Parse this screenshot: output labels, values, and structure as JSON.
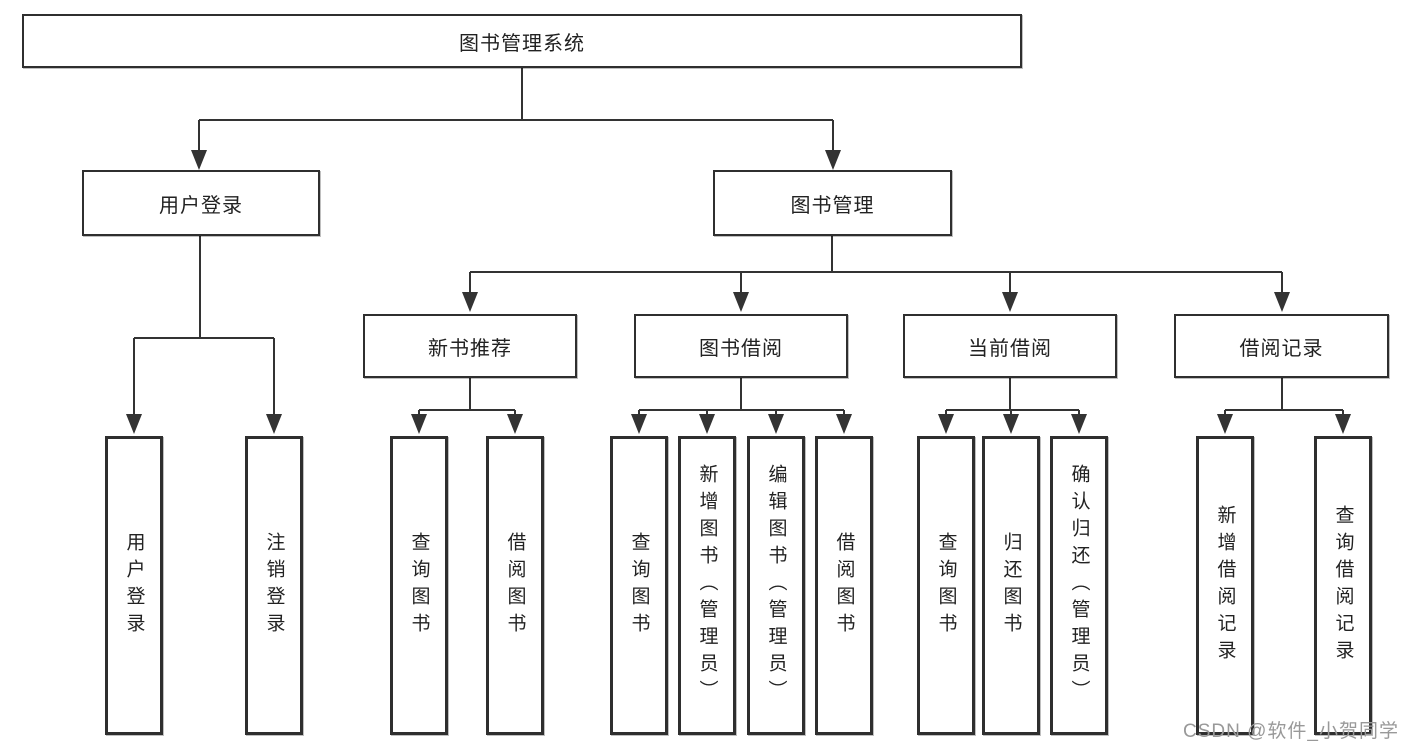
{
  "diagram": {
    "root": {
      "label": "图书管理系统",
      "children": [
        {
          "label": "用户登录",
          "children": [
            {
              "label": "用户登录"
            },
            {
              "label": "注销登录"
            }
          ]
        },
        {
          "label": "图书管理",
          "children": [
            {
              "label": "新书推荐",
              "children": [
                {
                  "label": "查询图书"
                },
                {
                  "label": "借阅图书"
                }
              ]
            },
            {
              "label": "图书借阅",
              "children": [
                {
                  "label": "查询图书"
                },
                {
                  "label": "新增图书（管理员）"
                },
                {
                  "label": "编辑图书（管理员）"
                },
                {
                  "label": "借阅图书"
                }
              ]
            },
            {
              "label": "当前借阅",
              "children": [
                {
                  "label": "查询图书"
                },
                {
                  "label": "归还图书"
                },
                {
                  "label": "确认归还（管理员）"
                }
              ]
            },
            {
              "label": "借阅记录",
              "children": [
                {
                  "label": "新增借阅记录"
                },
                {
                  "label": "查询借阅记录"
                }
              ]
            }
          ]
        }
      ]
    },
    "watermark": "CSDN @软件_小贺同学",
    "colors": {
      "line": "#333333",
      "box_border": "#2f2f2f",
      "text": "#222222",
      "watermark": "#999999",
      "background": "#ffffff"
    }
  }
}
